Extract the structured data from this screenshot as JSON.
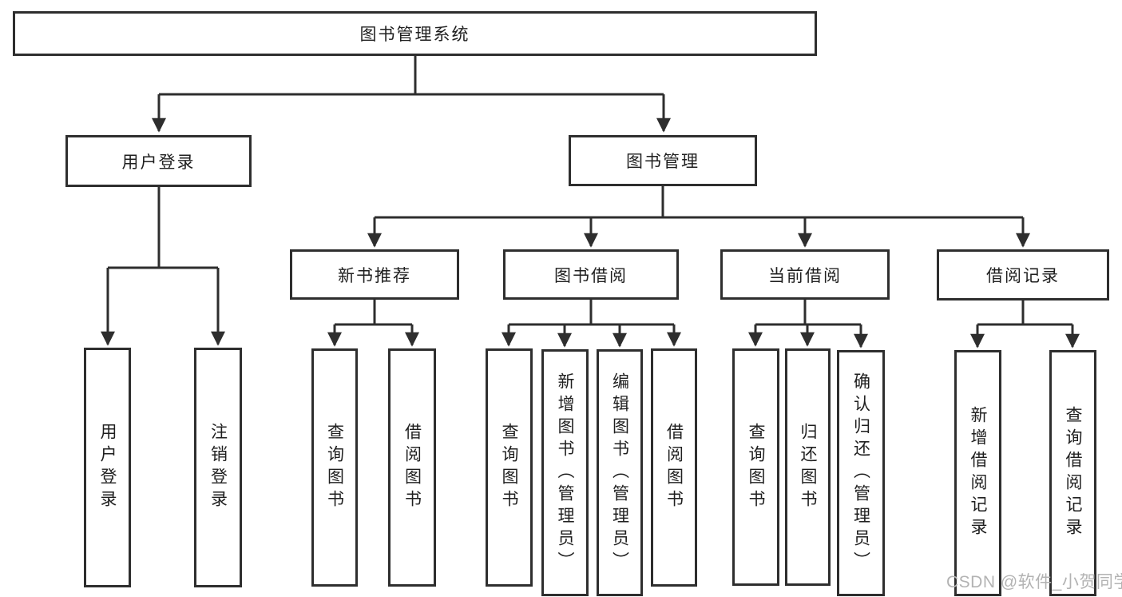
{
  "watermark": "CSDN @软件_小贺同学",
  "colors": {
    "line": "#2e2e2e",
    "text": "#1f1f1f",
    "watermark": "#b3b3b3",
    "background": "#ffffff"
  },
  "tree": {
    "root": "图书管理系统",
    "branches": [
      {
        "label": "用户登录",
        "children": [
          "用户登录",
          "注销登录"
        ]
      },
      {
        "label": "图书管理",
        "sections": [
          {
            "label": "新书推荐",
            "children": [
              "查询图书",
              "借阅图书"
            ]
          },
          {
            "label": "图书借阅",
            "children": [
              "查询图书",
              "新增图书（管理员）",
              "编辑图书（管理员）",
              "借阅图书"
            ]
          },
          {
            "label": "当前借阅",
            "children": [
              "查询图书",
              "归还图书",
              "确认归还（管理员）"
            ]
          },
          {
            "label": "借阅记录",
            "children": [
              "新增借阅记录",
              "查询借阅记录"
            ]
          }
        ]
      }
    ]
  }
}
